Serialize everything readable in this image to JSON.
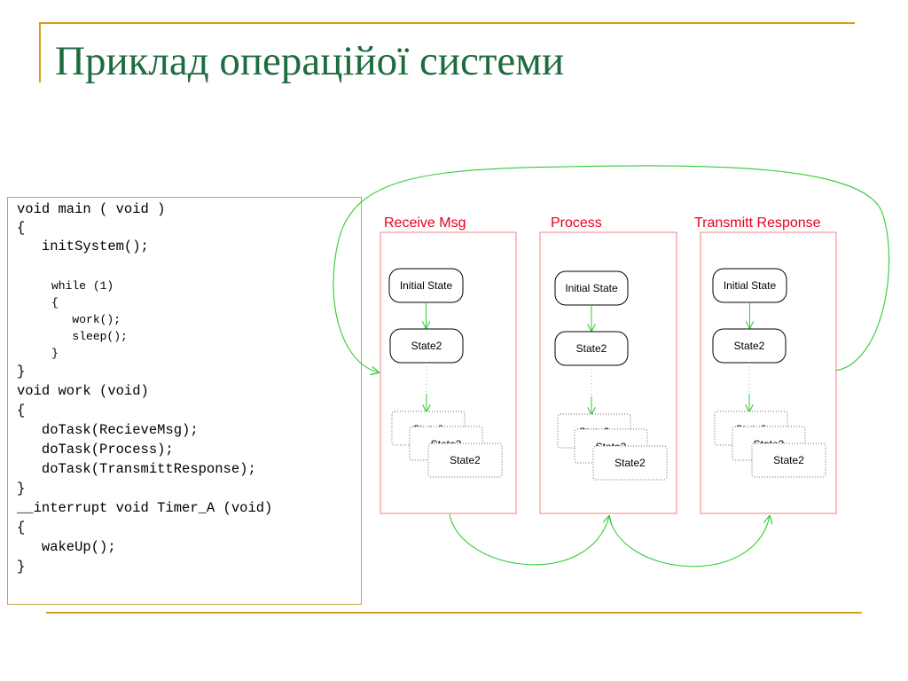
{
  "title": "Приклад операційої системи",
  "code": [
    "void main ( void )",
    "{",
    "   initSystem();",
    "     while (1)",
    "     {",
    "        work();",
    "        sleep();",
    "     }",
    "}",
    "void work (void)",
    "{",
    "   doTask(RecieveMsg);",
    "   doTask(Process);",
    "   doTask(TransmittResponse);",
    "}",
    "__interrupt void Timer_A (void)",
    "{",
    "   wakeUp();",
    "}"
  ],
  "lanes": [
    {
      "title": "Receive Msg",
      "initial": "Initial State",
      "state2": "State2",
      "stack": [
        "State2",
        "State2",
        "State2"
      ]
    },
    {
      "title": "Process",
      "initial": "Initial State",
      "state2": "State2",
      "stack": [
        "State2",
        "State2",
        "State2"
      ]
    },
    {
      "title": "Transmitt Response",
      "initial": "Initial State",
      "state2": "State2",
      "stack": [
        "State2",
        "State2",
        "State2"
      ]
    }
  ],
  "colors": {
    "title": "#1e6b3f",
    "accent_rule": "#d4a017",
    "code_border": "#c5a33c",
    "lane_border": "#f08080",
    "lane_title": "#e8001c",
    "flow_arrow": "#33cc33"
  }
}
